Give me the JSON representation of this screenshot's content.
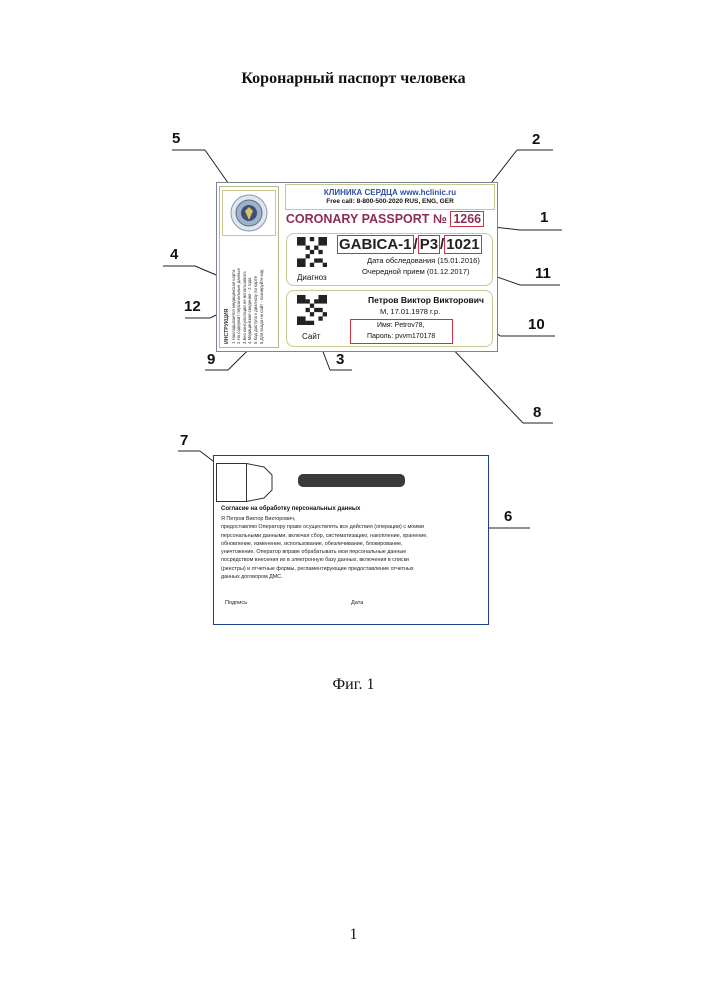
{
  "page_title": "Коронарный паспорт человека",
  "figure_caption": "Фиг. 1",
  "page_number": "1",
  "callouts": {
    "c1": "1",
    "c2": "2",
    "c3": "3",
    "c4": "4",
    "c5": "5",
    "c6": "6",
    "c7": "7",
    "c8": "8",
    "c9": "9",
    "c10": "10",
    "c11": "11",
    "c12": "12"
  },
  "card_front": {
    "clinic_name": "КЛИНИКА СЕРДЦА www.hclinic.ru",
    "clinic_phone": "Free call: 8-800-500-2020 RUS, ENG, GER",
    "passport_label": "CORONARY PASSPORT №",
    "passport_number": "1266",
    "diagnosis_code_a": "GABICA-1",
    "diagnosis_code_sep1": "/",
    "diagnosis_code_b": "P3",
    "diagnosis_code_sep2": "/",
    "diagnosis_code_c": "1021",
    "exam_date_label": "Дата обследования",
    "exam_date": "(15.01.2016)",
    "next_visit_label": "Очередной прием",
    "next_visit_date": "(01.12.2017)",
    "diag_qr_label": "Диагноз",
    "site_qr_label": "Сайт",
    "patient_name": "Петров Виктор Викторович",
    "patient_info": "М, 17.01.1978 г.р.",
    "login_line": "Имя: Petrov78,",
    "password_line": "Пароль: pvvm170178",
    "instructions_title": "ИНСТРУКЦИЯ",
    "instructions_lines": [
      "1.Накладывается медицинская карта",
      "2.На содержит персональные данные",
      "3.Без консультации не использовать",
      "4.Медицинские сведения - 2 года",
      "5.Код доступа к диагнозу по карте",
      "6.Для входа на сайт - сканируйте код"
    ]
  },
  "card_back": {
    "consent_title": "Согласие на обработку персональных данных",
    "consent_lines": [
      "Я Петров Виктор Викторович,",
      "предоставляю Оператору право осуществлять все действия (операции) с моими",
      "персональными данными, включая сбор, систематизацию, накопление, хранение,",
      "обновление, изменение, использование, обезличивание, блокирование,",
      "уничтожение. Оператор вправе обрабатывать мои персональные данные",
      "посредством внесения их в электронную базу данных, включения в списки",
      "(реестры) и отчетные формы, регламентирующие предоставление отчетных",
      "данных договором ДМС."
    ],
    "signature_label": "Подпись",
    "date_label": "Дата"
  }
}
